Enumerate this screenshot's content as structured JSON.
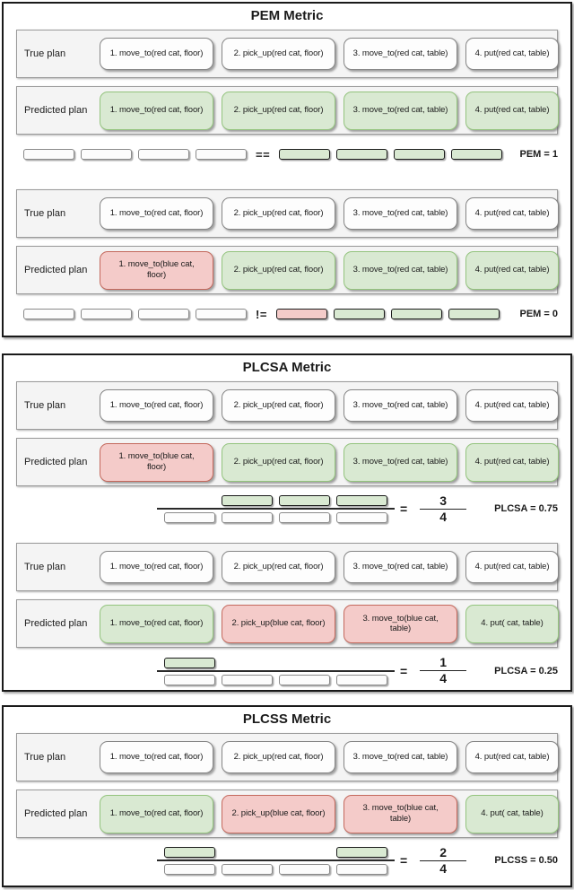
{
  "colors": {
    "panel_border": "#1a1a1a",
    "row_fill": "#f4f4f4",
    "row_border": "#9a9a9a",
    "neutral_fill": "#fdfdfd",
    "neutral_border": "#858585",
    "match_fill": "#d9e9d2",
    "match_border": "#94c47e",
    "mismatch_fill": "#f4cbc9",
    "mismatch_border": "#c4695d"
  },
  "panels": [
    {
      "id": "pem",
      "title": "PEM Metric",
      "examples": [
        {
          "rows": [
            {
              "label": "True plan",
              "actions": [
                {
                  "text": "1. move_to(red cat, floor)",
                  "status": "neutral"
                },
                {
                  "text": "2. pick_up(red cat, floor)",
                  "status": "neutral"
                },
                {
                  "text": "3. move_to(red cat, table)",
                  "status": "neutral"
                },
                {
                  "text": "4. put(red cat, table)",
                  "status": "neutral"
                }
              ]
            },
            {
              "label": "Predicted plan",
              "actions": [
                {
                  "text": "1. move_to(red cat, floor)",
                  "status": "match"
                },
                {
                  "text": "2. pick_up(red cat, floor)",
                  "status": "match"
                },
                {
                  "text": "3. move_to(red cat, table)",
                  "status": "match"
                },
                {
                  "text": "4. put(red cat, table)",
                  "status": "match"
                }
              ]
            }
          ],
          "comparison": {
            "type": "equality",
            "operator": "==",
            "left_bars": [
              "neutral",
              "neutral",
              "neutral",
              "neutral"
            ],
            "right_bars": [
              "match",
              "match",
              "match",
              "match"
            ],
            "result": "PEM = 1"
          }
        },
        {
          "rows": [
            {
              "label": "True plan",
              "actions": [
                {
                  "text": "1. move_to(red cat, floor)",
                  "status": "neutral"
                },
                {
                  "text": "2. pick_up(red cat, floor)",
                  "status": "neutral"
                },
                {
                  "text": "3. move_to(red cat, table)",
                  "status": "neutral"
                },
                {
                  "text": "4. put(red cat, table)",
                  "status": "neutral"
                }
              ]
            },
            {
              "label": "Predicted plan",
              "actions": [
                {
                  "text": "1. move_to(blue cat,\nfloor)",
                  "status": "mismatch"
                },
                {
                  "text": "2. pick_up(red cat, floor)",
                  "status": "match"
                },
                {
                  "text": "3. move_to(red cat, table)",
                  "status": "match"
                },
                {
                  "text": "4. put(red cat, table)",
                  "status": "match"
                }
              ]
            }
          ],
          "comparison": {
            "type": "equality",
            "operator": "!=",
            "left_bars": [
              "neutral",
              "neutral",
              "neutral",
              "neutral"
            ],
            "right_bars": [
              "mismatch",
              "match",
              "match",
              "match"
            ],
            "result": "PEM = 0"
          }
        }
      ]
    },
    {
      "id": "plcsa",
      "title": "PLCSA Metric",
      "examples": [
        {
          "rows": [
            {
              "label": "True plan",
              "actions": [
                {
                  "text": "1. move_to(red cat, floor)",
                  "status": "neutral"
                },
                {
                  "text": "2. pick_up(red cat, floor)",
                  "status": "neutral"
                },
                {
                  "text": "3. move_to(red cat, table)",
                  "status": "neutral"
                },
                {
                  "text": "4. put(red cat, table)",
                  "status": "neutral"
                }
              ]
            },
            {
              "label": "Predicted plan",
              "actions": [
                {
                  "text": "1. move_to(blue cat,\nfloor)",
                  "status": "mismatch"
                },
                {
                  "text": "2. pick_up(red cat, floor)",
                  "status": "match"
                },
                {
                  "text": "3. move_to(red cat, table)",
                  "status": "match"
                },
                {
                  "text": "4. put(red cat, table)",
                  "status": "match"
                }
              ]
            }
          ],
          "comparison": {
            "type": "fraction",
            "equals_sign": "=",
            "numerator_positions": [
              2,
              3,
              4
            ],
            "denominator_count": 4,
            "numerator": "3",
            "denominator": "4",
            "result": "PLCSA = 0.75"
          }
        },
        {
          "rows": [
            {
              "label": "True plan",
              "actions": [
                {
                  "text": "1. move_to(red cat, floor)",
                  "status": "neutral"
                },
                {
                  "text": "2. pick_up(red cat, floor)",
                  "status": "neutral"
                },
                {
                  "text": "3. move_to(red cat, table)",
                  "status": "neutral"
                },
                {
                  "text": "4. put(red cat, table)",
                  "status": "neutral"
                }
              ]
            },
            {
              "label": "Predicted plan",
              "actions": [
                {
                  "text": "1. move_to(red cat, floor)",
                  "status": "match"
                },
                {
                  "text": "2. pick_up(blue cat, floor)",
                  "status": "mismatch"
                },
                {
                  "text": "3. move_to(blue cat,\ntable)",
                  "status": "mismatch"
                },
                {
                  "text": "4. put( cat, table)",
                  "status": "match"
                }
              ]
            }
          ],
          "comparison": {
            "type": "fraction",
            "equals_sign": "=",
            "numerator_positions": [
              1
            ],
            "denominator_count": 4,
            "numerator": "1",
            "denominator": "4",
            "result": "PLCSA = 0.25"
          }
        }
      ]
    },
    {
      "id": "plcss",
      "title": "PLCSS Metric",
      "examples": [
        {
          "rows": [
            {
              "label": "True plan",
              "actions": [
                {
                  "text": "1. move_to(red cat, floor)",
                  "status": "neutral"
                },
                {
                  "text": "2. pick_up(red cat, floor)",
                  "status": "neutral"
                },
                {
                  "text": "3. move_to(red cat, table)",
                  "status": "neutral"
                },
                {
                  "text": "4. put(red cat, table)",
                  "status": "neutral"
                }
              ]
            },
            {
              "label": "Predicted plan",
              "actions": [
                {
                  "text": "1. move_to(red cat, floor)",
                  "status": "match"
                },
                {
                  "text": "2. pick_up(blue cat, floor)",
                  "status": "mismatch"
                },
                {
                  "text": "3. move_to(blue cat,\ntable)",
                  "status": "mismatch"
                },
                {
                  "text": "4. put( cat, table)",
                  "status": "match"
                }
              ]
            }
          ],
          "comparison": {
            "type": "fraction",
            "equals_sign": "=",
            "numerator_positions": [
              1,
              4
            ],
            "denominator_count": 4,
            "numerator": "2",
            "denominator": "4",
            "result": "PLCSS = 0.50"
          }
        }
      ]
    }
  ]
}
